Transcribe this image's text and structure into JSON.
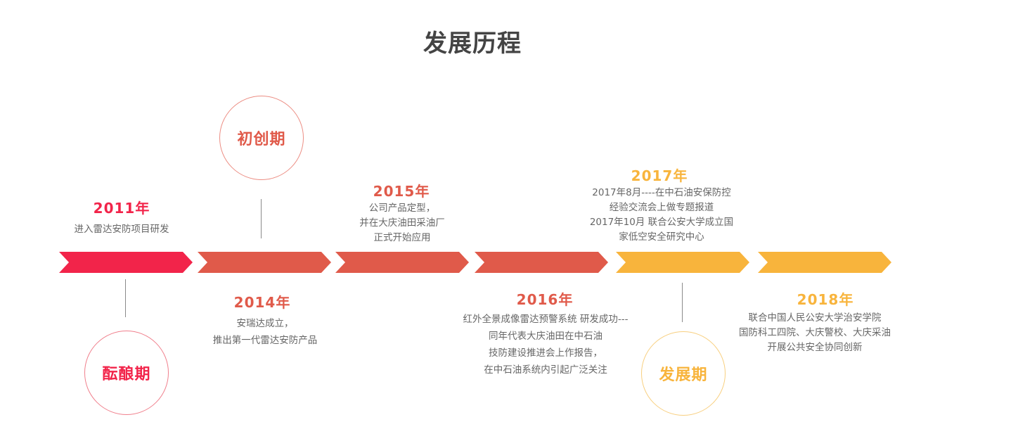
{
  "page": {
    "title": "发展历程"
  },
  "colors": {
    "red": "#f2244a",
    "coral": "#e05a4a",
    "orange": "#f8b43c",
    "circle_border_red": "#f07f8c",
    "circle_border_coral": "#ec8d83",
    "circle_border_orange": "#f8cf7f"
  },
  "phases": {
    "brewing": "酝酿期",
    "founding": "初创期",
    "development": "发展期"
  },
  "milestones": [
    {
      "year": "2011年",
      "lines": [
        "进入雷达安防项目研发"
      ]
    },
    {
      "year": "2014年",
      "lines": [
        "安瑞达成立，",
        "推出第一代雷达安防产品"
      ]
    },
    {
      "year": "2015年",
      "lines": [
        "公司产品定型，",
        "并在大庆油田采油厂",
        "正式开始应用"
      ]
    },
    {
      "year": "2016年",
      "lines": [
        "红外全景成像雷达预警系统 研发成功---",
        "同年代表大庆油田在中石油",
        "技防建设推进会上作报告，",
        "在中石油系统内引起广泛关注"
      ]
    },
    {
      "year": "2017年",
      "lines": [
        "2017年8月----在中石油安保防控",
        "经验交流会上做专题报道",
        "2017年10月 联合公安大学成立国",
        "家低空安全研究中心"
      ]
    },
    {
      "year": "2018年",
      "lines": [
        "联合中国人民公安大学治安学院",
        "国防科工四院、大庆警校、大庆采油",
        "开展公共安全协同创新"
      ]
    }
  ]
}
